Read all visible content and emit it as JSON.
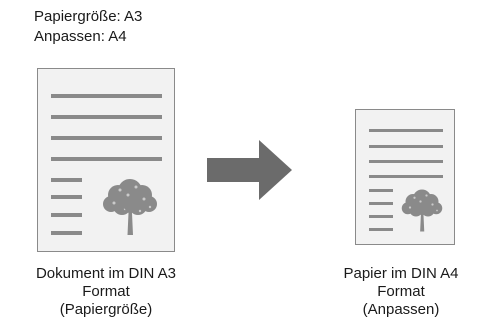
{
  "settings": {
    "paper_size": "Papiergröße: A3",
    "fit": "Anpassen: A4"
  },
  "source": {
    "line1": "Dokument im DIN A3",
    "line2": "Format",
    "line3": "(Papiergröße)"
  },
  "target": {
    "line1": "Papier im DIN A4",
    "line2": "Format",
    "line3": "(Anpassen)"
  },
  "colors": {
    "document_fill": "#f2f2f2",
    "document_border": "#8a8a8a",
    "text_lines": "#8a8a8a",
    "arrow": "#6b6b6b",
    "tree": "#8a8a8a"
  },
  "icons": {
    "tree": "tree-icon",
    "arrow": "right-arrow-icon"
  }
}
